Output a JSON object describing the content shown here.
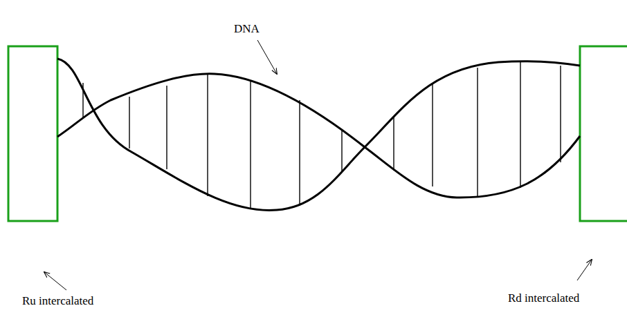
{
  "diagram": {
    "labels": [
      "DNA",
      "Ru intercalated",
      "Rd intercalated"
    ]
  }
}
